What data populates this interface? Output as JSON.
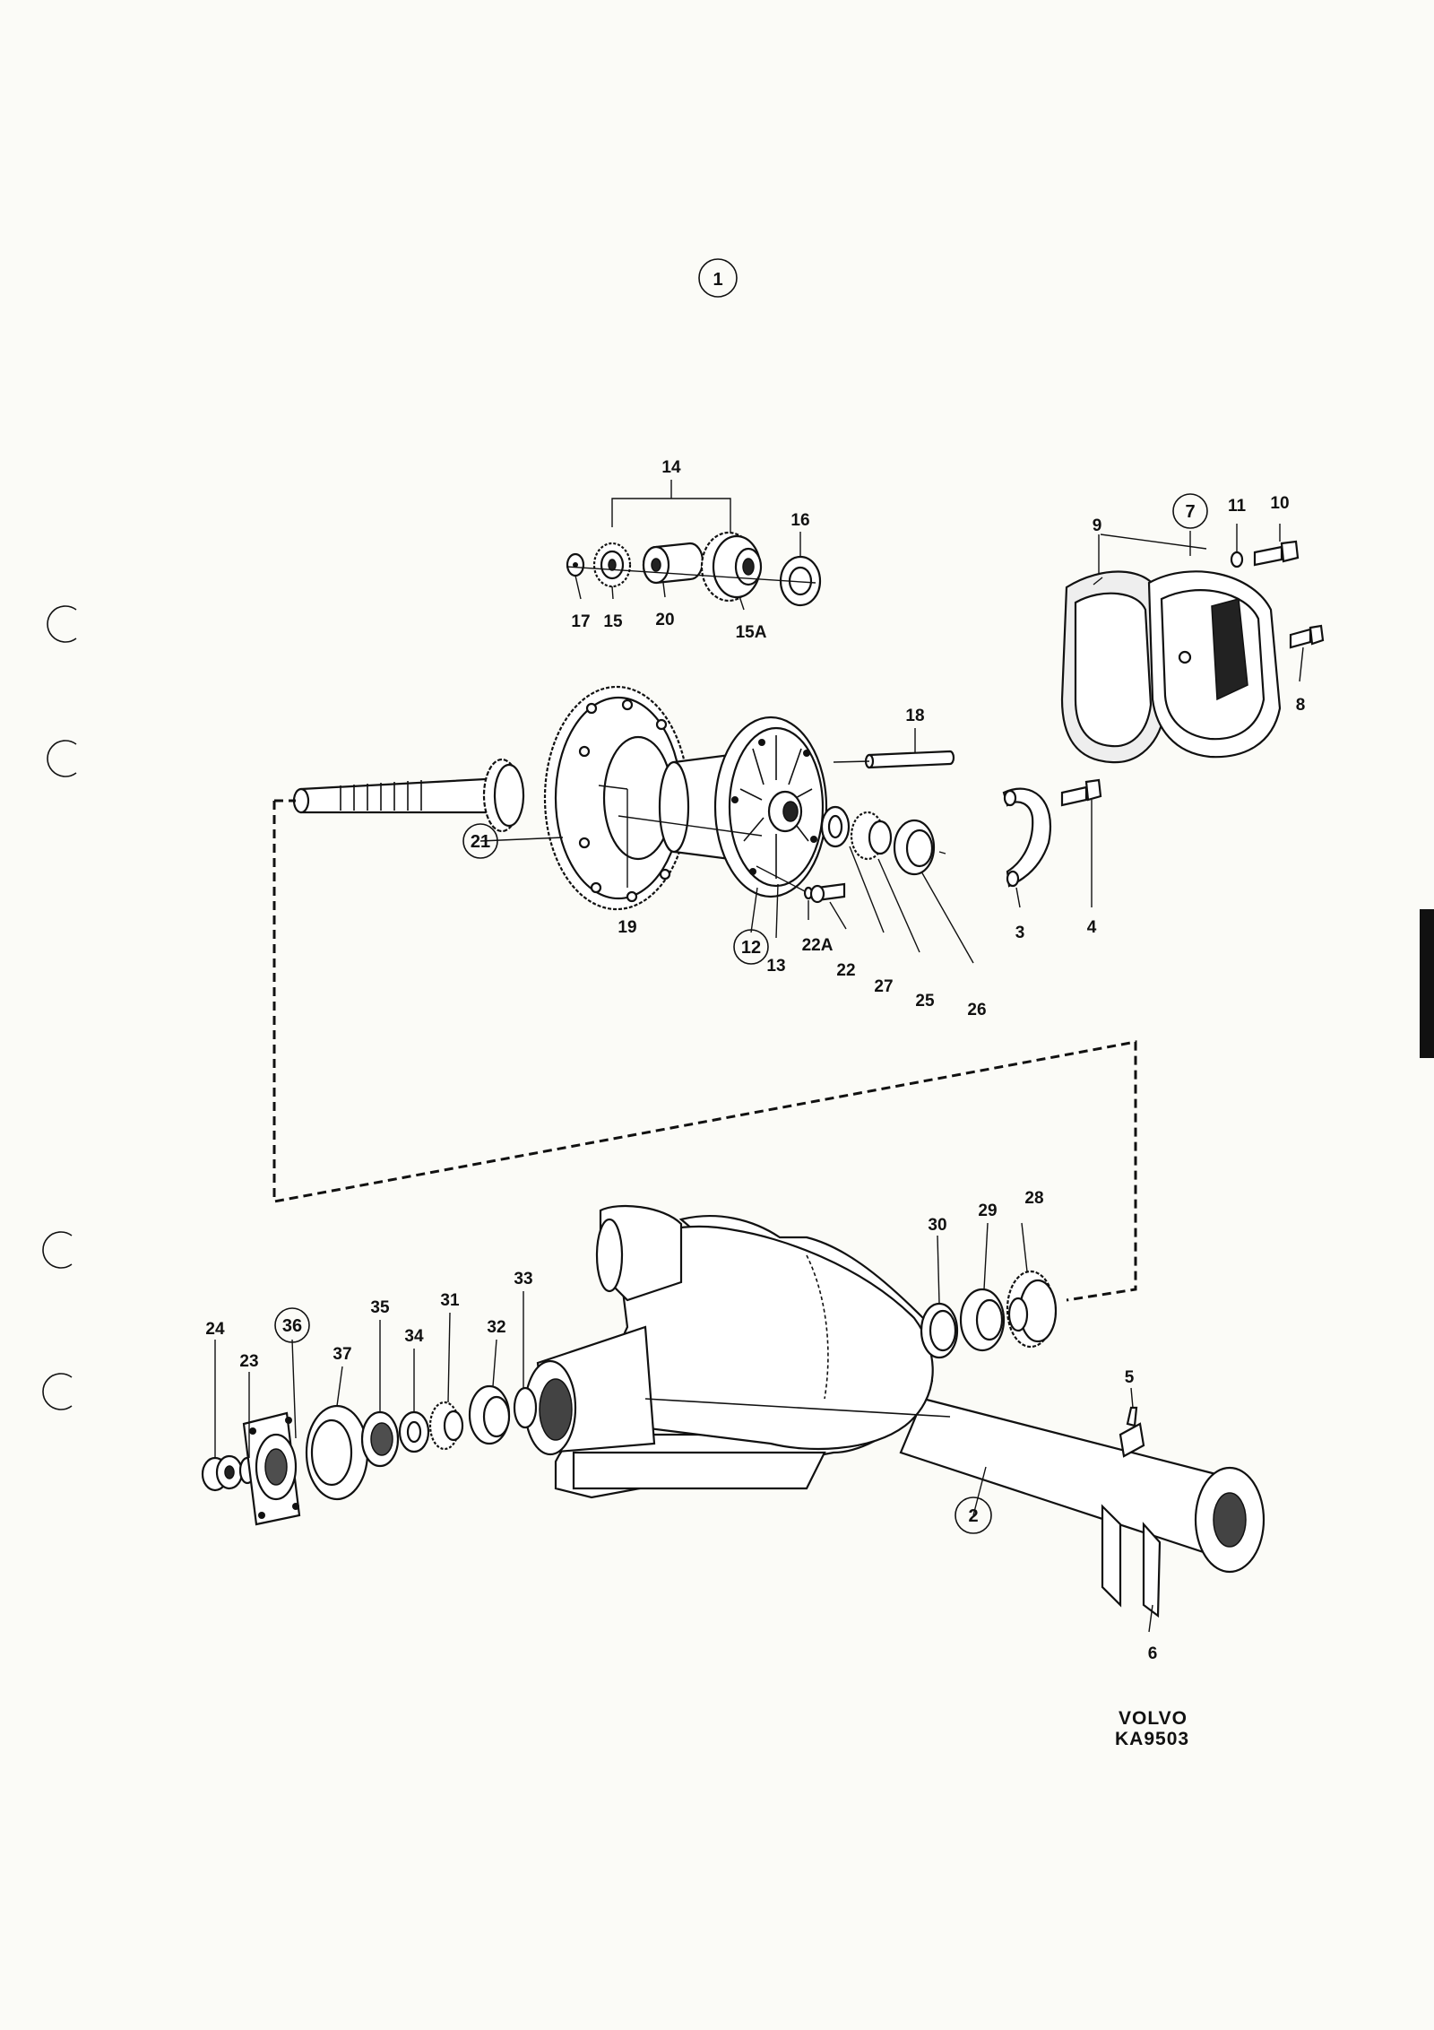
{
  "sheet_number": "1",
  "brand": "VOLVO",
  "drawing_code": "KA9503",
  "callouts": {
    "c2": "2",
    "c3": "3",
    "c4": "4",
    "c5": "5",
    "c6": "6",
    "c7": "7",
    "c8": "8",
    "c9": "9",
    "c10": "10",
    "c11": "11",
    "c12": "12",
    "c13": "13",
    "c14": "14",
    "c15": "15",
    "c15a": "15A",
    "c16": "16",
    "c17": "17",
    "c18": "18",
    "c19": "19",
    "c20": "20",
    "c21": "21",
    "c22": "22",
    "c22a": "22A",
    "c23": "23",
    "c24": "24",
    "c25": "25",
    "c26": "26",
    "c27": "27",
    "c28": "28",
    "c29": "29",
    "c30": "30",
    "c31": "31",
    "c32": "32",
    "c33": "33",
    "c34": "34",
    "c35": "35",
    "c36": "36",
    "c37": "37"
  },
  "colors": {
    "ink": "#111111",
    "paper": "#fbfbf7"
  }
}
